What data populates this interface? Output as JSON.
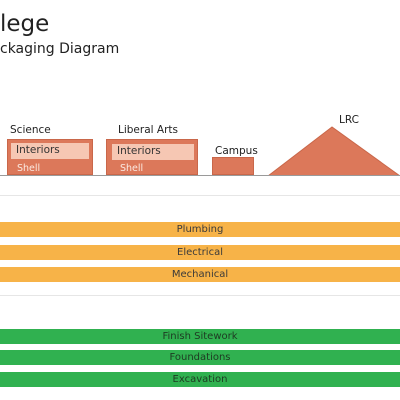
{
  "header": {
    "title": "lege",
    "subtitle": "ckaging Diagram"
  },
  "buildings": {
    "science": {
      "label": "Science",
      "interiors": "Interiors",
      "shell": "Shell"
    },
    "liberal_arts": {
      "label": "Liberal Arts",
      "interiors": "Interiors",
      "shell": "Shell"
    },
    "campus": {
      "label": "Campus"
    },
    "lrc": {
      "label": "LRC"
    }
  },
  "trades": {
    "orange": [
      "Plumbing",
      "Electrical",
      "Mechanical"
    ],
    "green": [
      "Finish Sitework",
      "Foundations",
      "Excavation"
    ]
  },
  "colors": {
    "building": "#dc785a",
    "interiors": "#f6c7b3",
    "trade_orange": "#f7b348",
    "trade_green": "#30b150"
  }
}
